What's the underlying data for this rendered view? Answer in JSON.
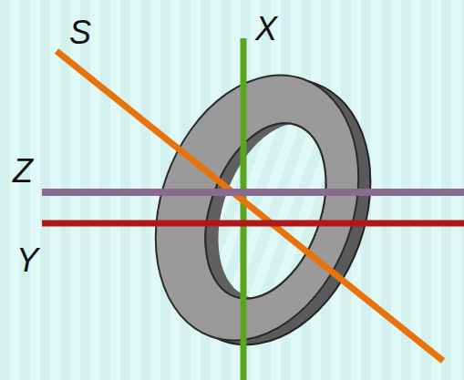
{
  "diagram": {
    "labels": [
      "S",
      "X",
      "Z",
      "Y"
    ]
  }
}
